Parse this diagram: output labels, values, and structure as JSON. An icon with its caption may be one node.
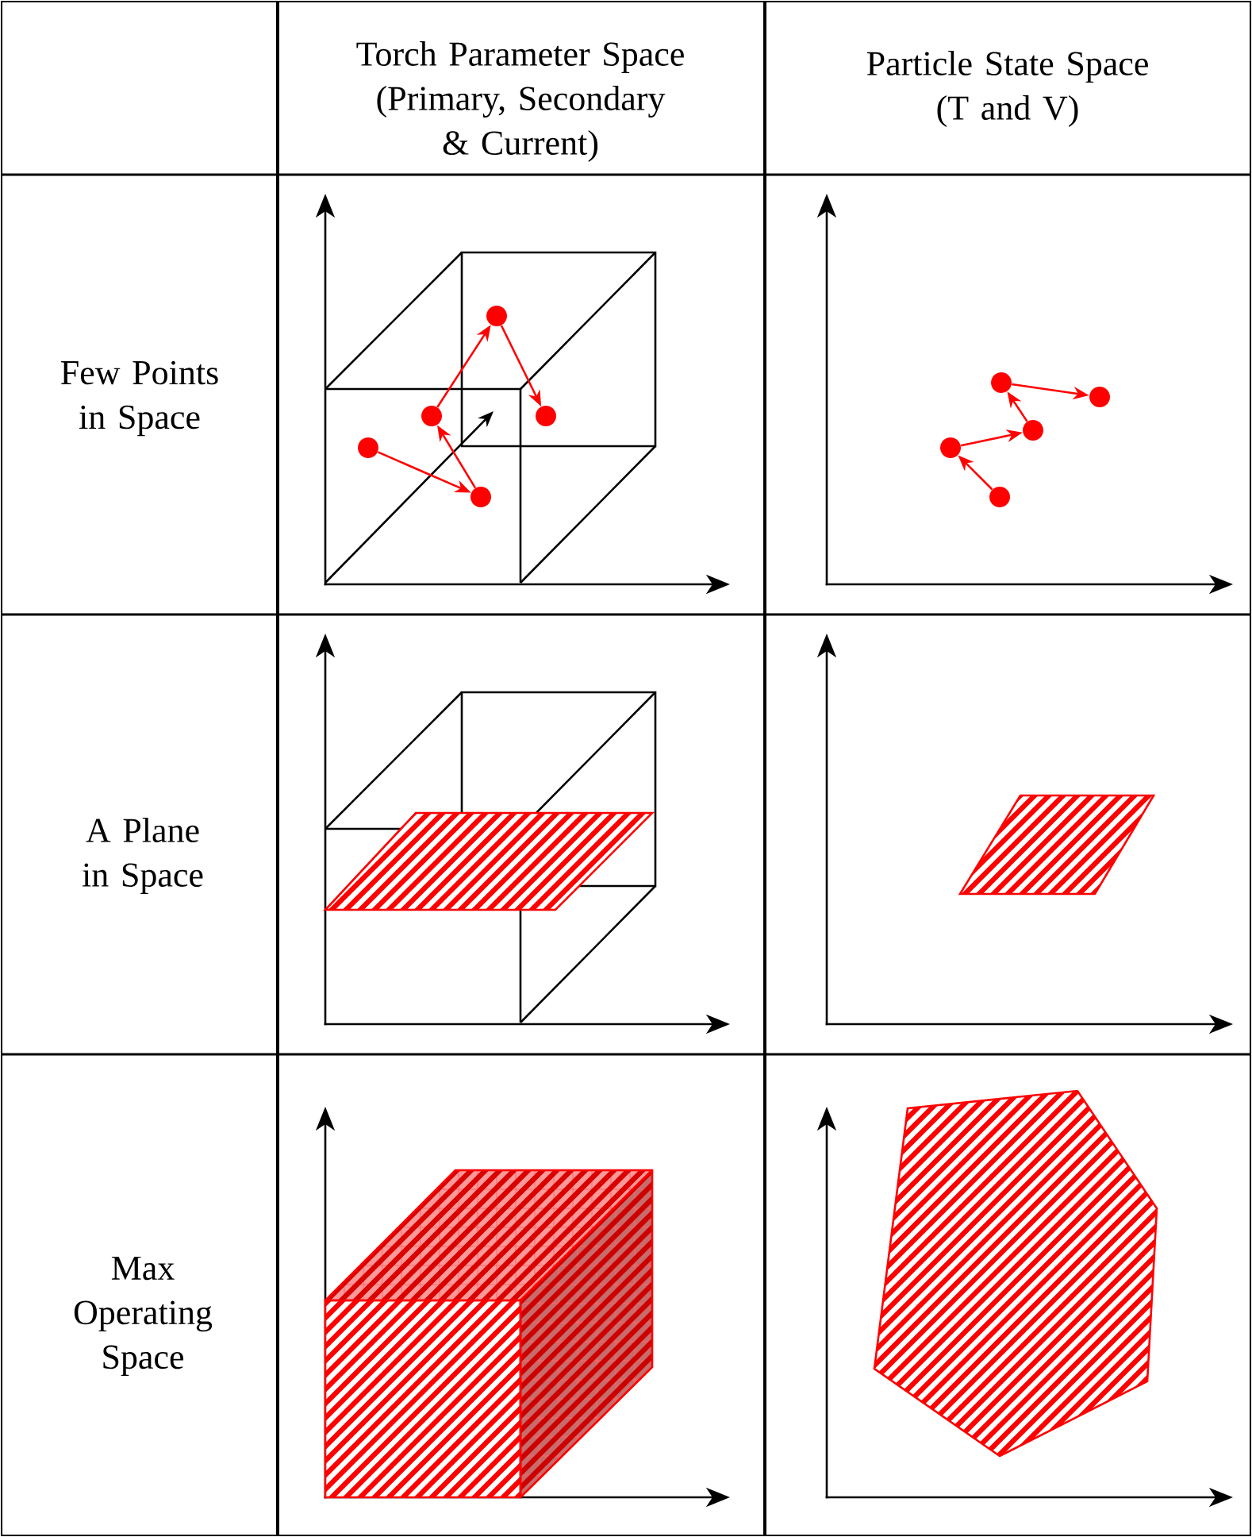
{
  "diagram": {
    "nodes": [
      {
        "text": [],
        "shape": "circle"
      },
      {
        "text": [],
        "shape": "circle"
      },
      {
        "text": [],
        "shape": "circle"
      },
      {
        "text": [],
        "shape": "circle"
      },
      {
        "text": [],
        "shape": "circle"
      },
      {
        "text": [],
        "shape": "circle"
      },
      {
        "text": [],
        "shape": "circle"
      },
      {
        "text": [],
        "shape": "circle"
      },
      {
        "text": [],
        "shape": "circle"
      },
      {
        "text": [],
        "shape": "circle"
      }
    ],
    "edges": [
      {
        "from": 3,
        "to": 4,
        "arrow": "to"
      },
      {
        "from": 4,
        "to": 1,
        "arrow": "to"
      },
      {
        "from": 1,
        "to": 0,
        "arrow": "to"
      },
      {
        "from": 0,
        "to": 2,
        "arrow": "to"
      },
      {
        "from": 5,
        "to": 6,
        "arrow": "to"
      },
      {
        "from": 7,
        "to": 5,
        "arrow": "to"
      },
      {
        "from": 8,
        "to": 7,
        "arrow": "to"
      },
      {
        "from": 9,
        "to": 8,
        "arrow": "to"
      }
    ],
    "labels": [
      "Torch Parameter Space (Primary, Secondary & Current)",
      "Particle State Space (T and V)",
      "Few Points in Space",
      "A Plane in Space",
      "Max Operating Space"
    ]
  }
}
